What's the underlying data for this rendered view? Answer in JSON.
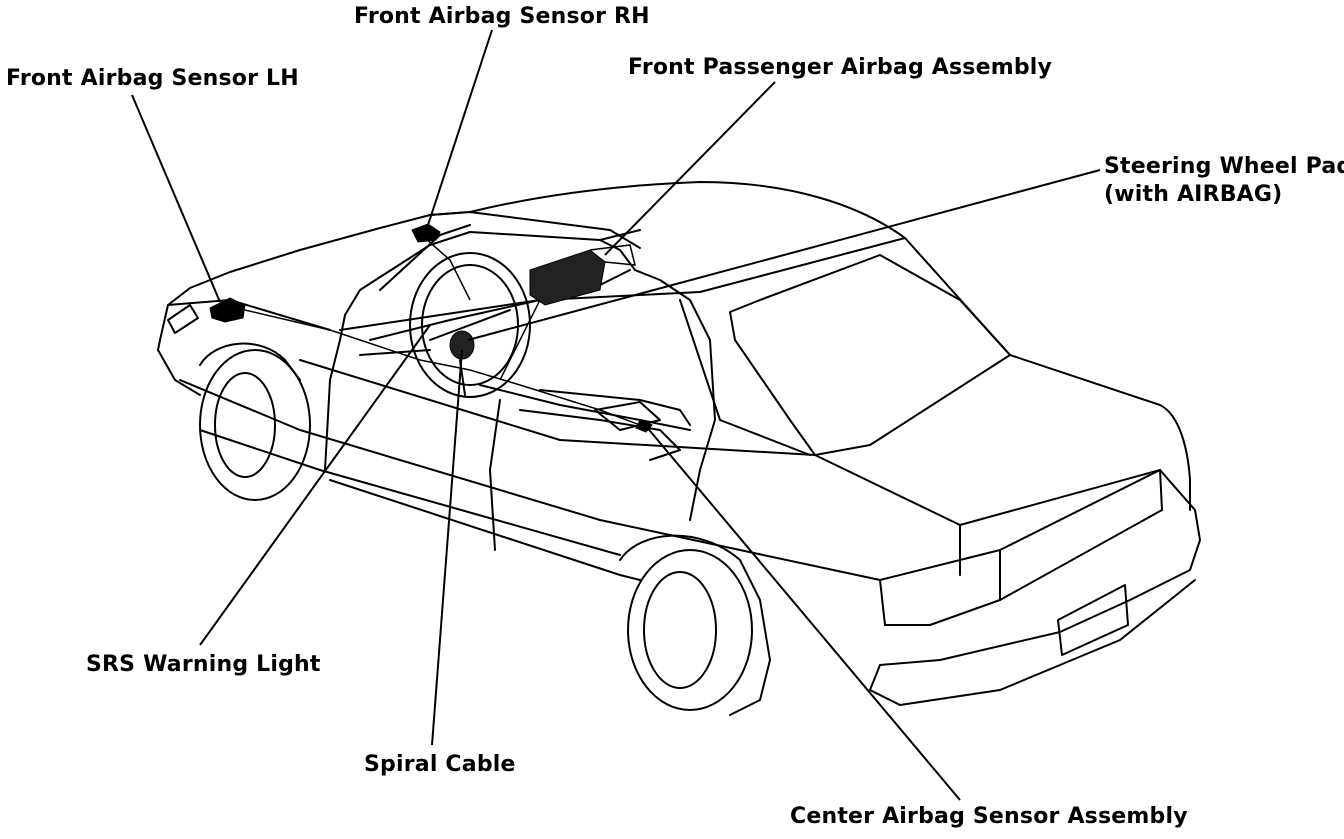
{
  "labels": {
    "front_airbag_sensor_rh": "Front Airbag Sensor RH",
    "front_airbag_sensor_lh": "Front Airbag Sensor LH",
    "front_passenger_airbag_assembly": "Front Passenger Airbag Assembly",
    "steering_wheel_pad_line1": "Steering Wheel Pad",
    "steering_wheel_pad_line2": "(with AIRBAG)",
    "srs_warning_light": "SRS Warning Light",
    "spiral_cable": "Spiral Cable",
    "center_airbag_sensor_assembly": "Center Airbag Sensor Assembly"
  }
}
